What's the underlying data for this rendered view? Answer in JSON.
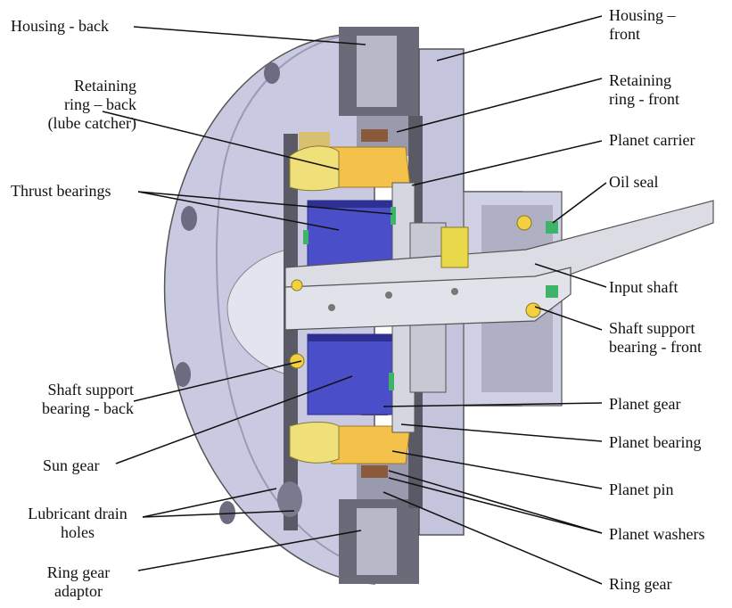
{
  "labels": {
    "housing_back": [
      "Housing - back"
    ],
    "retaining_ring_back": [
      "Retaining",
      "ring – back",
      "(lube catcher)"
    ],
    "thrust_bearings": [
      "Thrust bearings"
    ],
    "shaft_support_back": [
      "Shaft support",
      "bearing - back"
    ],
    "sun_gear": [
      "Sun gear"
    ],
    "lubricant_drain_holes": [
      "Lubricant drain",
      "holes"
    ],
    "ring_gear_adaptor": [
      "Ring gear",
      "adaptor"
    ],
    "housing_front": [
      "Housing –",
      "front"
    ],
    "retaining_ring_front": [
      "Retaining",
      "ring - front"
    ],
    "planet_carrier": [
      "Planet carrier"
    ],
    "oil_seal": [
      "Oil seal"
    ],
    "input_shaft": [
      "Input shaft"
    ],
    "shaft_support_front": [
      "Shaft support",
      "bearing - front"
    ],
    "planet_gear": [
      "Planet gear"
    ],
    "planet_bearing": [
      "Planet bearing"
    ],
    "planet_pin": [
      "Planet pin"
    ],
    "planet_washers": [
      "Planet washers"
    ],
    "ring_gear": [
      "Ring gear"
    ]
  },
  "colors": {
    "housing": "#c9c9e2",
    "housing_shade": "#a9a9cc",
    "cut_face": "#8a8a9a",
    "dark_section": "#4c4c56",
    "shaft": "#dcdce4",
    "sun_gear": "#4a4ec8",
    "planet_bearing": "#f4c24a",
    "washer": "#8a5a3a",
    "seal": "#3fb36a",
    "leader": "#111111"
  }
}
